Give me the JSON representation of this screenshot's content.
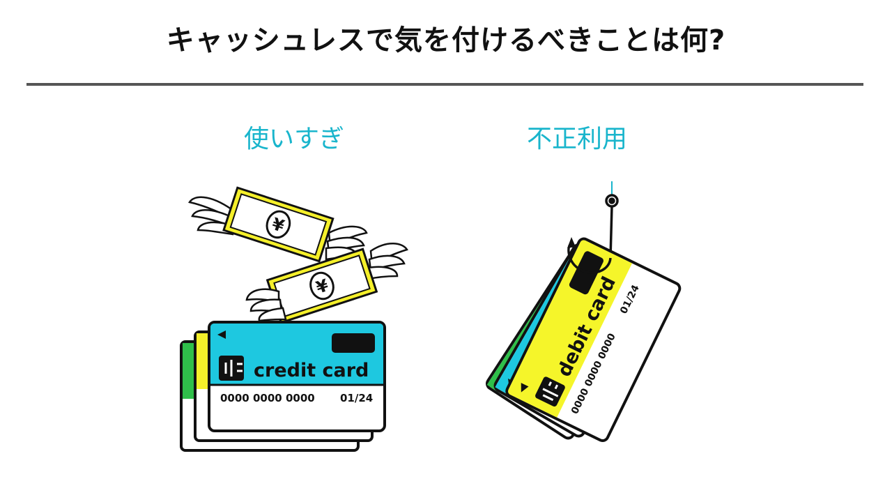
{
  "slide": {
    "title": "キャッシュレスで気を付けるべきことは何?",
    "accent_color": "#19b5cc",
    "divider_color": "#555555"
  },
  "left": {
    "label": "使いすぎ",
    "card_text": "credit card",
    "card_number": "0000 0000 0000",
    "card_expiry": "01/24",
    "bill_symbol": "¥",
    "card_color": "#1ec8e0",
    "bill_color": "#f5f02a"
  },
  "right": {
    "label": "不正利用",
    "card_text": "debit card",
    "card_number": "0000 0000 0000",
    "card_expiry": "01/24",
    "card_color": "#f5f52a"
  }
}
